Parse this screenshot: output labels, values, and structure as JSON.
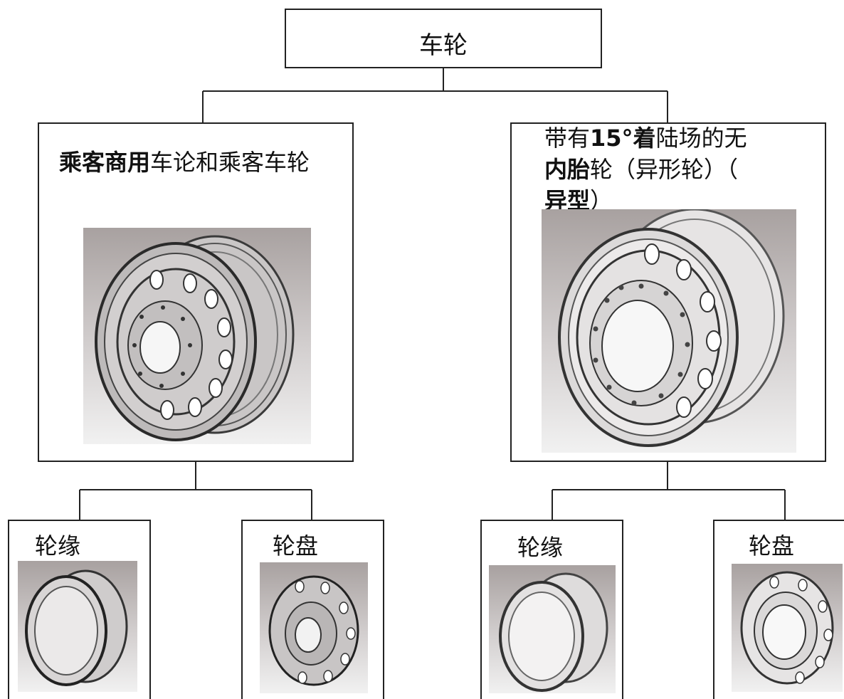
{
  "root": {
    "label": "车轮"
  },
  "left_branch": {
    "title_bold": "乘客商用",
    "title_rest": "车论和乘客车轮",
    "children": [
      {
        "label": "轮缘"
      },
      {
        "label": "轮盘"
      }
    ]
  },
  "right_branch": {
    "title_a": "带有",
    "title_b": "15°着",
    "title_c": "陆场的无",
    "title_d": "内胎",
    "title_e": "轮（异形轮）（",
    "title_f": "异型",
    "title_g": "）",
    "children": [
      {
        "label": "轮缘"
      },
      {
        "label": "轮盘"
      }
    ]
  }
}
